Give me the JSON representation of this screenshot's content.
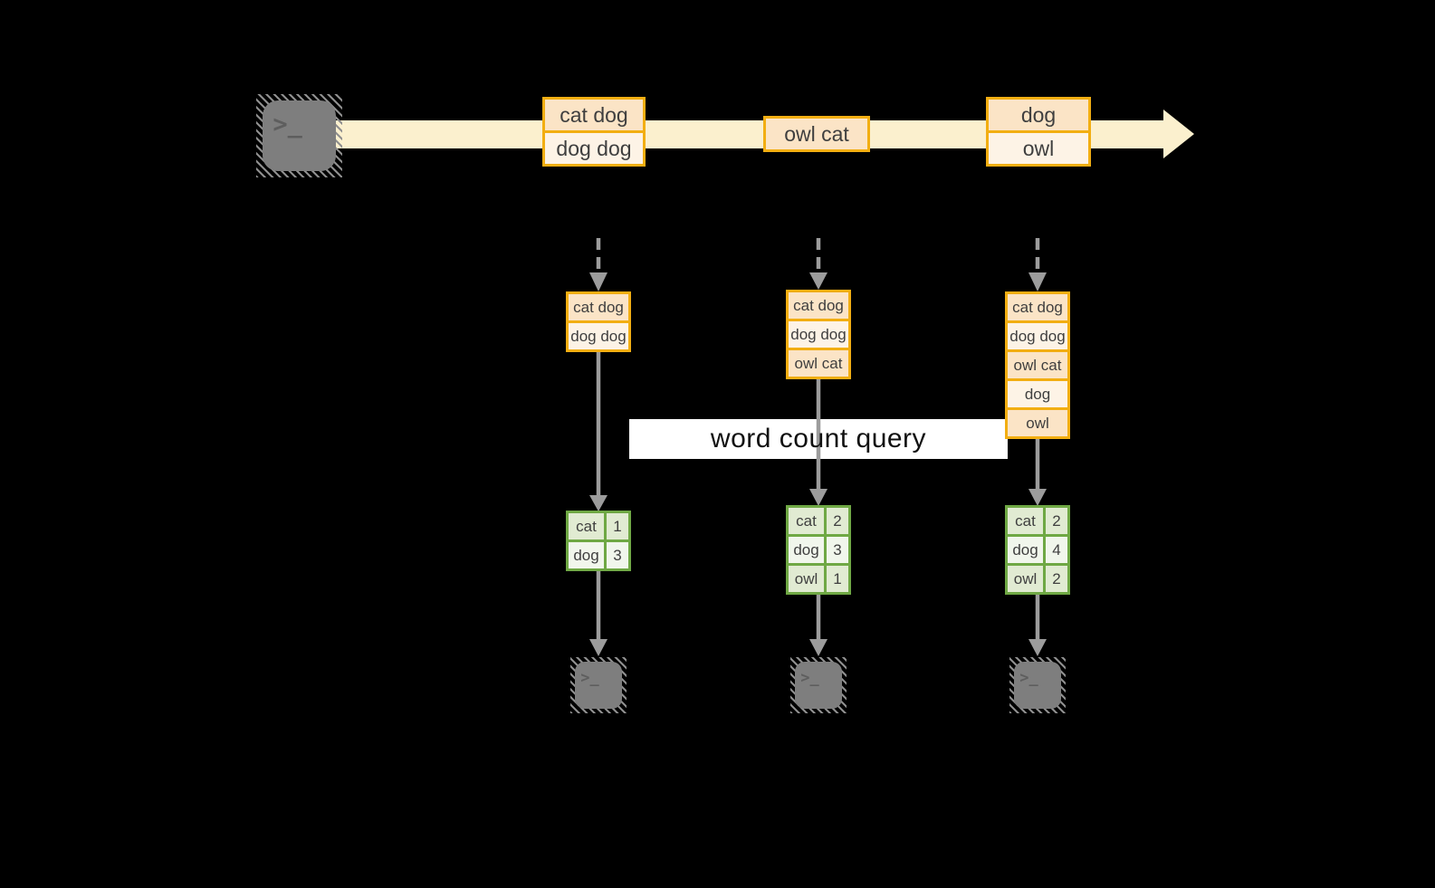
{
  "title": "word count query stream diagram",
  "colors": {
    "background": "#000000",
    "stream_band": "#fbf0ce",
    "event_border": "#f2ae12",
    "event_fill_dark": "#fbe4c6",
    "event_fill_light": "#fdf3e6",
    "table_border": "#6fa844",
    "table_fill_dark": "#e1ebd2",
    "table_fill_light": "#f1f6ec",
    "connector_gray": "#9c9c9c",
    "terminal_body": "#7e7e7e",
    "label_background": "#ffffff",
    "label_text": "#111111",
    "box_text": "#3f3f3f"
  },
  "icons": {
    "source_terminal": "terminal-icon",
    "sink_terminal": "terminal-icon"
  },
  "terminal": {
    "chevron": ">",
    "underscore": "_"
  },
  "query_label": "word count query",
  "stream_events": [
    {
      "rows": [
        "cat dog",
        "dog dog"
      ]
    },
    {
      "rows": [
        "owl cat"
      ]
    },
    {
      "rows": [
        "dog",
        "owl"
      ]
    }
  ],
  "columns": [
    {
      "buffer": [
        "cat dog",
        "dog dog"
      ],
      "counts": [
        {
          "word": "cat",
          "value": "1"
        },
        {
          "word": "dog",
          "value": "3"
        }
      ]
    },
    {
      "buffer": [
        "cat dog",
        "dog dog",
        "owl cat"
      ],
      "counts": [
        {
          "word": "cat",
          "value": "2"
        },
        {
          "word": "dog",
          "value": "3"
        },
        {
          "word": "owl",
          "value": "1"
        }
      ]
    },
    {
      "buffer": [
        "cat dog",
        "dog dog",
        "owl cat",
        "dog",
        "owl"
      ],
      "counts": [
        {
          "word": "cat",
          "value": "2"
        },
        {
          "word": "dog",
          "value": "4"
        },
        {
          "word": "owl",
          "value": "2"
        }
      ]
    }
  ]
}
